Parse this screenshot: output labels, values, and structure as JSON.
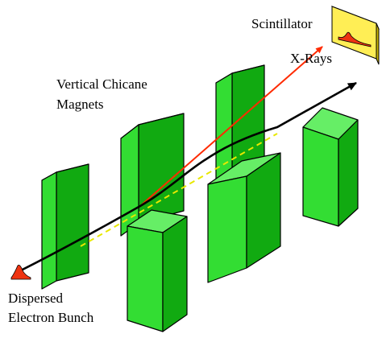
{
  "labels": {
    "scintillator": "Scintillator",
    "xrays": "X-Rays",
    "magnets_line1": "Vertical Chicane",
    "magnets_line2": "Magnets",
    "bunch_line1": "Dispersed",
    "bunch_line2": "Electron Bunch"
  },
  "colors": {
    "magnet_front": "#33dd33",
    "magnet_side": "#11aa11",
    "magnet_top": "#66ee66",
    "magnet_outline": "#000000",
    "electron_path": "#000000",
    "xray_beam": "#ff2a00",
    "reference_path": "#e8e800",
    "scintillator_face": "#ffee55",
    "scintillator_edge": "#c8b400",
    "bunch_profile": "#ee3311",
    "background": "#ffffff"
  }
}
